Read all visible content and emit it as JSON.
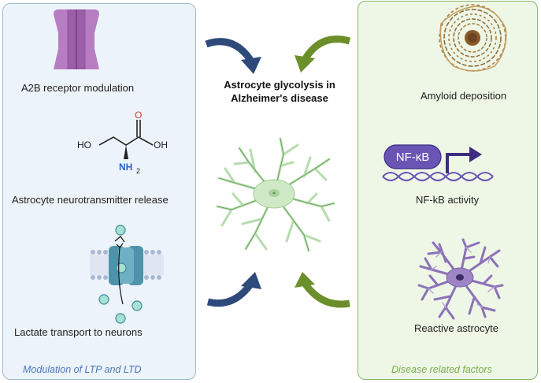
{
  "title": {
    "line1": "Astrocyte glycolysis in",
    "line2": "Alzheimer's disease"
  },
  "left_panel": {
    "items": [
      {
        "label": "A2B  receptor modulation"
      },
      {
        "label": "Astrocyte  neurotransmitter release"
      },
      {
        "label": "Lactate transport to neurons"
      }
    ],
    "footer": "Modulation of LTP and LTD"
  },
  "molecule": {
    "ho": "HO",
    "oh": "OH",
    "o": "O",
    "nh": "NH",
    "sub2": "2"
  },
  "right_panel": {
    "items": [
      {
        "label": "Amyloid deposition"
      },
      {
        "label": "NF-kB activity"
      },
      {
        "label": "Reactive astrocyte"
      }
    ],
    "nfkb_badge": "NF-κB",
    "footer": "Disease related factors"
  },
  "colors": {
    "left_border": "#9fb8d4",
    "left_fill": "#edf3fa",
    "right_border": "#8db86a",
    "right_fill": "#eef6e6",
    "arrow_blue": "#2e4a7a",
    "arrow_green": "#6b8f2a",
    "astrocyte": "#b7dcae",
    "reactive_astrocyte": "#8c72b8",
    "receptor": "#9b5ea8",
    "transporter": "#5ea4b8",
    "nfkb": "#6a55b5"
  }
}
